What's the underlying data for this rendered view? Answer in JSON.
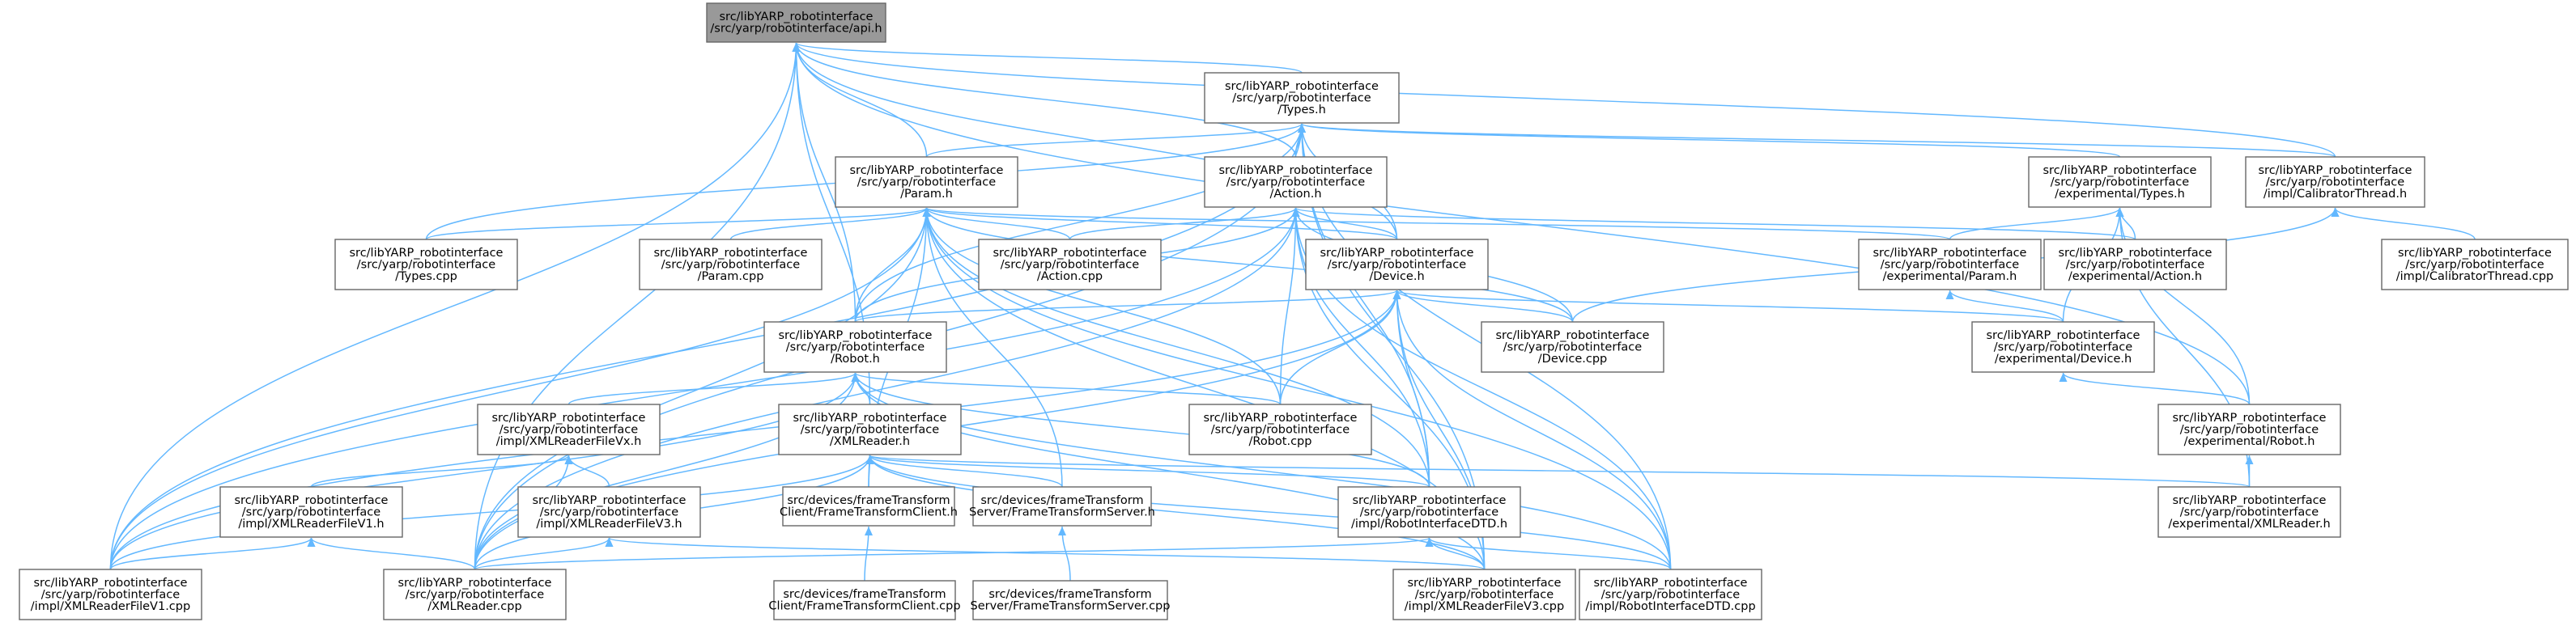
{
  "graph": {
    "colors": {
      "edge": "#63b8ff",
      "node_border": "#666666",
      "root_fill": "#999999",
      "node_fill": "#ffffff"
    },
    "nodes": [
      {
        "id": "api_h",
        "root": true,
        "lines": [
          "src/libYARP_robotinterface",
          "/src/yarp/robotinterface/api.h"
        ]
      },
      {
        "id": "types_h",
        "lines": [
          "src/libYARP_robotinterface",
          "/src/yarp/robotinterface",
          "/Types.h"
        ]
      },
      {
        "id": "param_h",
        "lines": [
          "src/libYARP_robotinterface",
          "/src/yarp/robotinterface",
          "/Param.h"
        ]
      },
      {
        "id": "action_h",
        "lines": [
          "src/libYARP_robotinterface",
          "/src/yarp/robotinterface",
          "/Action.h"
        ]
      },
      {
        "id": "exp_types_h",
        "lines": [
          "src/libYARP_robotinterface",
          "/src/yarp/robotinterface",
          "/experimental/Types.h"
        ]
      },
      {
        "id": "calib_h",
        "lines": [
          "src/libYARP_robotinterface",
          "/src/yarp/robotinterface",
          "/impl/CalibratorThread.h"
        ]
      },
      {
        "id": "types_cpp",
        "lines": [
          "src/libYARP_robotinterface",
          "/src/yarp/robotinterface",
          "/Types.cpp"
        ]
      },
      {
        "id": "param_cpp",
        "lines": [
          "src/libYARP_robotinterface",
          "/src/yarp/robotinterface",
          "/Param.cpp"
        ]
      },
      {
        "id": "action_cpp",
        "lines": [
          "src/libYARP_robotinterface",
          "/src/yarp/robotinterface",
          "/Action.cpp"
        ]
      },
      {
        "id": "device_h",
        "lines": [
          "src/libYARP_robotinterface",
          "/src/yarp/robotinterface",
          "/Device.h"
        ]
      },
      {
        "id": "exp_param_h",
        "lines": [
          "src/libYARP_robotinterface",
          "/src/yarp/robotinterface",
          "/experimental/Param.h"
        ]
      },
      {
        "id": "exp_action_h",
        "lines": [
          "src/libYARP_robotinterface",
          "/src/yarp/robotinterface",
          "/experimental/Action.h"
        ]
      },
      {
        "id": "calib_cpp",
        "lines": [
          "src/libYARP_robotinterface",
          "/src/yarp/robotinterface",
          "/impl/CalibratorThread.cpp"
        ]
      },
      {
        "id": "robot_h",
        "lines": [
          "src/libYARP_robotinterface",
          "/src/yarp/robotinterface",
          "/Robot.h"
        ]
      },
      {
        "id": "device_cpp",
        "lines": [
          "src/libYARP_robotinterface",
          "/src/yarp/robotinterface",
          "/Device.cpp"
        ]
      },
      {
        "id": "exp_device_h",
        "lines": [
          "src/libYARP_robotinterface",
          "/src/yarp/robotinterface",
          "/experimental/Device.h"
        ]
      },
      {
        "id": "readervx_h",
        "lines": [
          "src/libYARP_robotinterface",
          "/src/yarp/robotinterface",
          "/impl/XMLReaderFileVx.h"
        ]
      },
      {
        "id": "xmlreader_h",
        "lines": [
          "src/libYARP_robotinterface",
          "/src/yarp/robotinterface",
          "/XMLReader.h"
        ]
      },
      {
        "id": "robot_cpp",
        "lines": [
          "src/libYARP_robotinterface",
          "/src/yarp/robotinterface",
          "/Robot.cpp"
        ]
      },
      {
        "id": "exp_robot_h",
        "lines": [
          "src/libYARP_robotinterface",
          "/src/yarp/robotinterface",
          "/experimental/Robot.h"
        ]
      },
      {
        "id": "readerv1_h",
        "lines": [
          "src/libYARP_robotinterface",
          "/src/yarp/robotinterface",
          "/impl/XMLReaderFileV1.h"
        ]
      },
      {
        "id": "readerv3_h",
        "lines": [
          "src/libYARP_robotinterface",
          "/src/yarp/robotinterface",
          "/impl/XMLReaderFileV3.h"
        ]
      },
      {
        "id": "ftclient_h",
        "lines": [
          "src/devices/frameTransform",
          "Client/FrameTransformClient.h"
        ]
      },
      {
        "id": "ftserver_h",
        "lines": [
          "src/devices/frameTransform",
          "Server/FrameTransformServer.h"
        ]
      },
      {
        "id": "dtd_h",
        "lines": [
          "src/libYARP_robotinterface",
          "/src/yarp/robotinterface",
          "/impl/RobotInterfaceDTD.h"
        ]
      },
      {
        "id": "exp_xmlreader_h",
        "lines": [
          "src/libYARP_robotinterface",
          "/src/yarp/robotinterface",
          "/experimental/XMLReader.h"
        ]
      },
      {
        "id": "readerv1_cpp",
        "lines": [
          "src/libYARP_robotinterface",
          "/src/yarp/robotinterface",
          "/impl/XMLReaderFileV1.cpp"
        ]
      },
      {
        "id": "xmlreader_cpp",
        "lines": [
          "src/libYARP_robotinterface",
          "/src/yarp/robotinterface",
          "/XMLReader.cpp"
        ]
      },
      {
        "id": "ftclient_cpp",
        "lines": [
          "src/devices/frameTransform",
          "Client/FrameTransformClient.cpp"
        ]
      },
      {
        "id": "ftserver_cpp",
        "lines": [
          "src/devices/frameTransform",
          "Server/FrameTransformServer.cpp"
        ]
      },
      {
        "id": "readerv3_cpp",
        "lines": [
          "src/libYARP_robotinterface",
          "/src/yarp/robotinterface",
          "/impl/XMLReaderFileV3.cpp"
        ]
      },
      {
        "id": "dtd_cpp",
        "lines": [
          "src/libYARP_robotinterface",
          "/src/yarp/robotinterface",
          "/impl/RobotInterfaceDTD.cpp"
        ]
      }
    ],
    "edges": [
      [
        "types_h",
        "api_h"
      ],
      [
        "param_h",
        "api_h"
      ],
      [
        "action_h",
        "api_h"
      ],
      [
        "device_h",
        "api_h"
      ],
      [
        "robot_h",
        "api_h"
      ],
      [
        "xmlreader_h",
        "api_h"
      ],
      [
        "calib_h",
        "api_h"
      ],
      [
        "exp_robot_h",
        "api_h"
      ],
      [
        "readerv1_cpp",
        "api_h"
      ],
      [
        "xmlreader_cpp",
        "api_h"
      ],
      [
        "param_h",
        "types_h"
      ],
      [
        "action_h",
        "types_h"
      ],
      [
        "device_h",
        "types_h"
      ],
      [
        "exp_types_h",
        "types_h"
      ],
      [
        "calib_h",
        "types_h"
      ],
      [
        "types_cpp",
        "types_h"
      ],
      [
        "robot_h",
        "types_h"
      ],
      [
        "dtd_h",
        "types_h"
      ],
      [
        "readerv3_cpp",
        "types_h"
      ],
      [
        "readerv1_cpp",
        "types_h"
      ],
      [
        "xmlreader_cpp",
        "types_h"
      ],
      [
        "dtd_cpp",
        "types_h"
      ],
      [
        "types_cpp",
        "param_h"
      ],
      [
        "param_cpp",
        "param_h"
      ],
      [
        "action_cpp",
        "param_h"
      ],
      [
        "device_h",
        "param_h"
      ],
      [
        "robot_h",
        "param_h"
      ],
      [
        "exp_param_h",
        "param_h"
      ],
      [
        "device_cpp",
        "param_h"
      ],
      [
        "robot_cpp",
        "param_h"
      ],
      [
        "ftclient_h",
        "param_h"
      ],
      [
        "ftserver_h",
        "param_h"
      ],
      [
        "dtd_h",
        "param_h"
      ],
      [
        "readerv1_cpp",
        "param_h"
      ],
      [
        "xmlreader_cpp",
        "param_h"
      ],
      [
        "readerv3_cpp",
        "param_h"
      ],
      [
        "dtd_cpp",
        "param_h"
      ],
      [
        "action_cpp",
        "action_h"
      ],
      [
        "device_h",
        "action_h"
      ],
      [
        "robot_h",
        "action_h"
      ],
      [
        "exp_action_h",
        "action_h"
      ],
      [
        "device_cpp",
        "action_h"
      ],
      [
        "robot_cpp",
        "action_h"
      ],
      [
        "dtd_h",
        "action_h"
      ],
      [
        "readerv3_cpp",
        "action_h"
      ],
      [
        "readerv1_cpp",
        "action_h"
      ],
      [
        "dtd_cpp",
        "action_h"
      ],
      [
        "xmlreader_cpp",
        "action_h"
      ],
      [
        "robot_h",
        "device_h"
      ],
      [
        "device_cpp",
        "device_h"
      ],
      [
        "exp_device_h",
        "device_h"
      ],
      [
        "robot_cpp",
        "device_h"
      ],
      [
        "dtd_h",
        "device_h"
      ],
      [
        "readerv3_cpp",
        "device_h"
      ],
      [
        "readerv1_cpp",
        "device_h"
      ],
      [
        "dtd_cpp",
        "device_h"
      ],
      [
        "xmlreader_cpp",
        "device_h"
      ],
      [
        "exp_param_h",
        "exp_types_h"
      ],
      [
        "exp_action_h",
        "exp_types_h"
      ],
      [
        "exp_device_h",
        "exp_types_h"
      ],
      [
        "exp_robot_h",
        "exp_types_h"
      ],
      [
        "exp_xmlreader_h",
        "exp_types_h"
      ],
      [
        "calib_cpp",
        "calib_h"
      ],
      [
        "device_cpp",
        "calib_h"
      ],
      [
        "exp_device_h",
        "exp_param_h"
      ],
      [
        "exp_robot_h",
        "exp_device_h"
      ],
      [
        "exp_xmlreader_h",
        "exp_robot_h"
      ],
      [
        "readervx_h",
        "robot_h"
      ],
      [
        "xmlreader_h",
        "robot_h"
      ],
      [
        "robot_cpp",
        "robot_h"
      ],
      [
        "dtd_h",
        "robot_h"
      ],
      [
        "readerv3_cpp",
        "robot_h"
      ],
      [
        "readerv1_cpp",
        "robot_h"
      ],
      [
        "xmlreader_cpp",
        "robot_h"
      ],
      [
        "dtd_cpp",
        "robot_h"
      ],
      [
        "readerv1_h",
        "readervx_h"
      ],
      [
        "readerv3_h",
        "readervx_h"
      ],
      [
        "xmlreader_cpp",
        "readervx_h"
      ],
      [
        "ftclient_h",
        "xmlreader_h"
      ],
      [
        "ftserver_h",
        "xmlreader_h"
      ],
      [
        "dtd_h",
        "xmlreader_h"
      ],
      [
        "exp_xmlreader_h",
        "xmlreader_h"
      ],
      [
        "readerv1_cpp",
        "xmlreader_h"
      ],
      [
        "xmlreader_cpp",
        "xmlreader_h"
      ],
      [
        "readerv3_cpp",
        "xmlreader_h"
      ],
      [
        "dtd_cpp",
        "xmlreader_h"
      ],
      [
        "readerv1_cpp",
        "readerv1_h"
      ],
      [
        "xmlreader_cpp",
        "readerv1_h"
      ],
      [
        "xmlreader_cpp",
        "readerv3_h"
      ],
      [
        "readerv3_cpp",
        "readerv3_h"
      ],
      [
        "ftclient_cpp",
        "ftclient_h"
      ],
      [
        "ftserver_cpp",
        "ftserver_h"
      ],
      [
        "xmlreader_cpp",
        "dtd_h"
      ],
      [
        "readerv3_cpp",
        "dtd_h"
      ],
      [
        "dtd_cpp",
        "dtd_h"
      ]
    ]
  }
}
